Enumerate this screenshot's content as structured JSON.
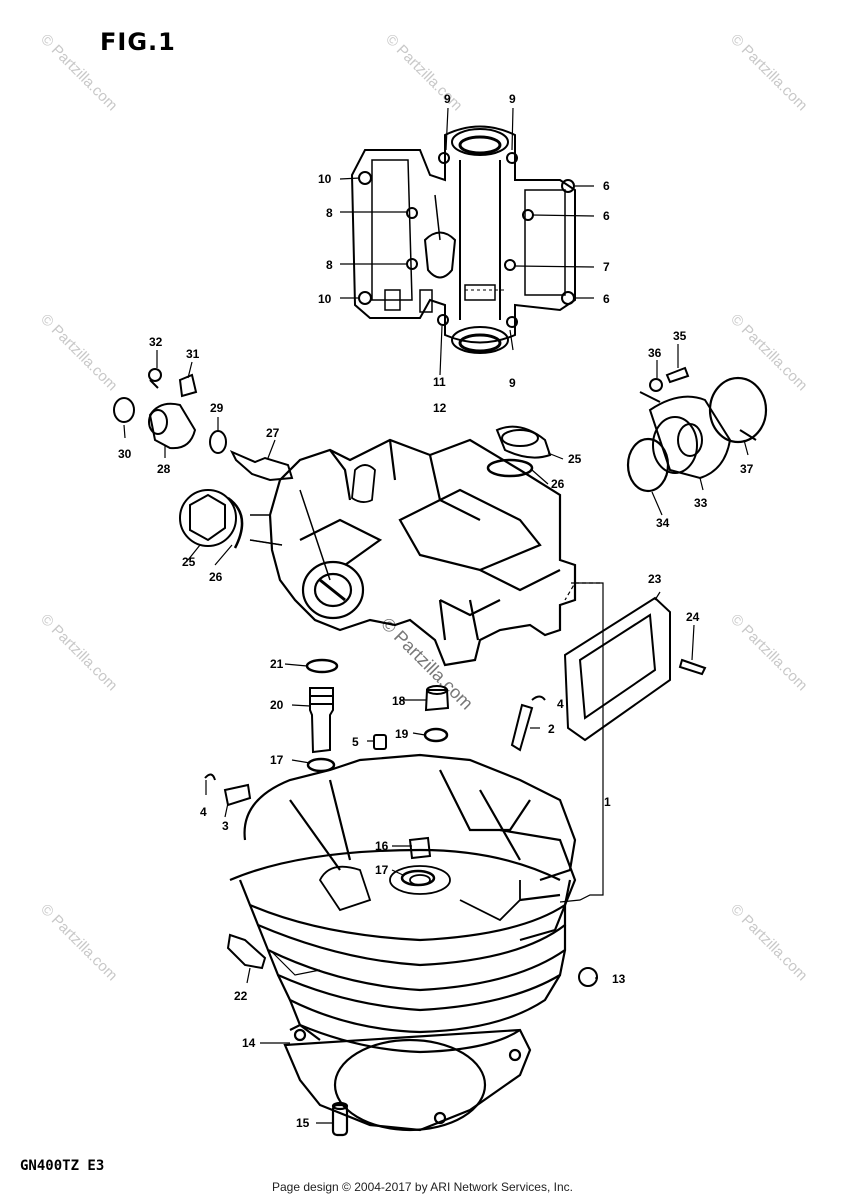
{
  "figure": {
    "title": "FIG.1",
    "model_code": "GN400TZ E3"
  },
  "footer": {
    "text": "Page design © 2004-2017 by ARI Network Services, Inc."
  },
  "watermark": {
    "text": "© Partzilla.com",
    "center_text": "© Partzilla.com"
  },
  "callouts": [
    "1",
    "2",
    "3",
    "4",
    "4",
    "5",
    "6",
    "6",
    "6",
    "7",
    "8",
    "8",
    "9",
    "9",
    "9",
    "10",
    "10",
    "11",
    "12",
    "13",
    "14",
    "15",
    "16",
    "17",
    "17",
    "18",
    "19",
    "20",
    "21",
    "22",
    "23",
    "24",
    "25",
    "25",
    "26",
    "26",
    "27",
    "28",
    "29",
    "30",
    "31",
    "32",
    "33",
    "34",
    "35",
    "36",
    "37"
  ]
}
